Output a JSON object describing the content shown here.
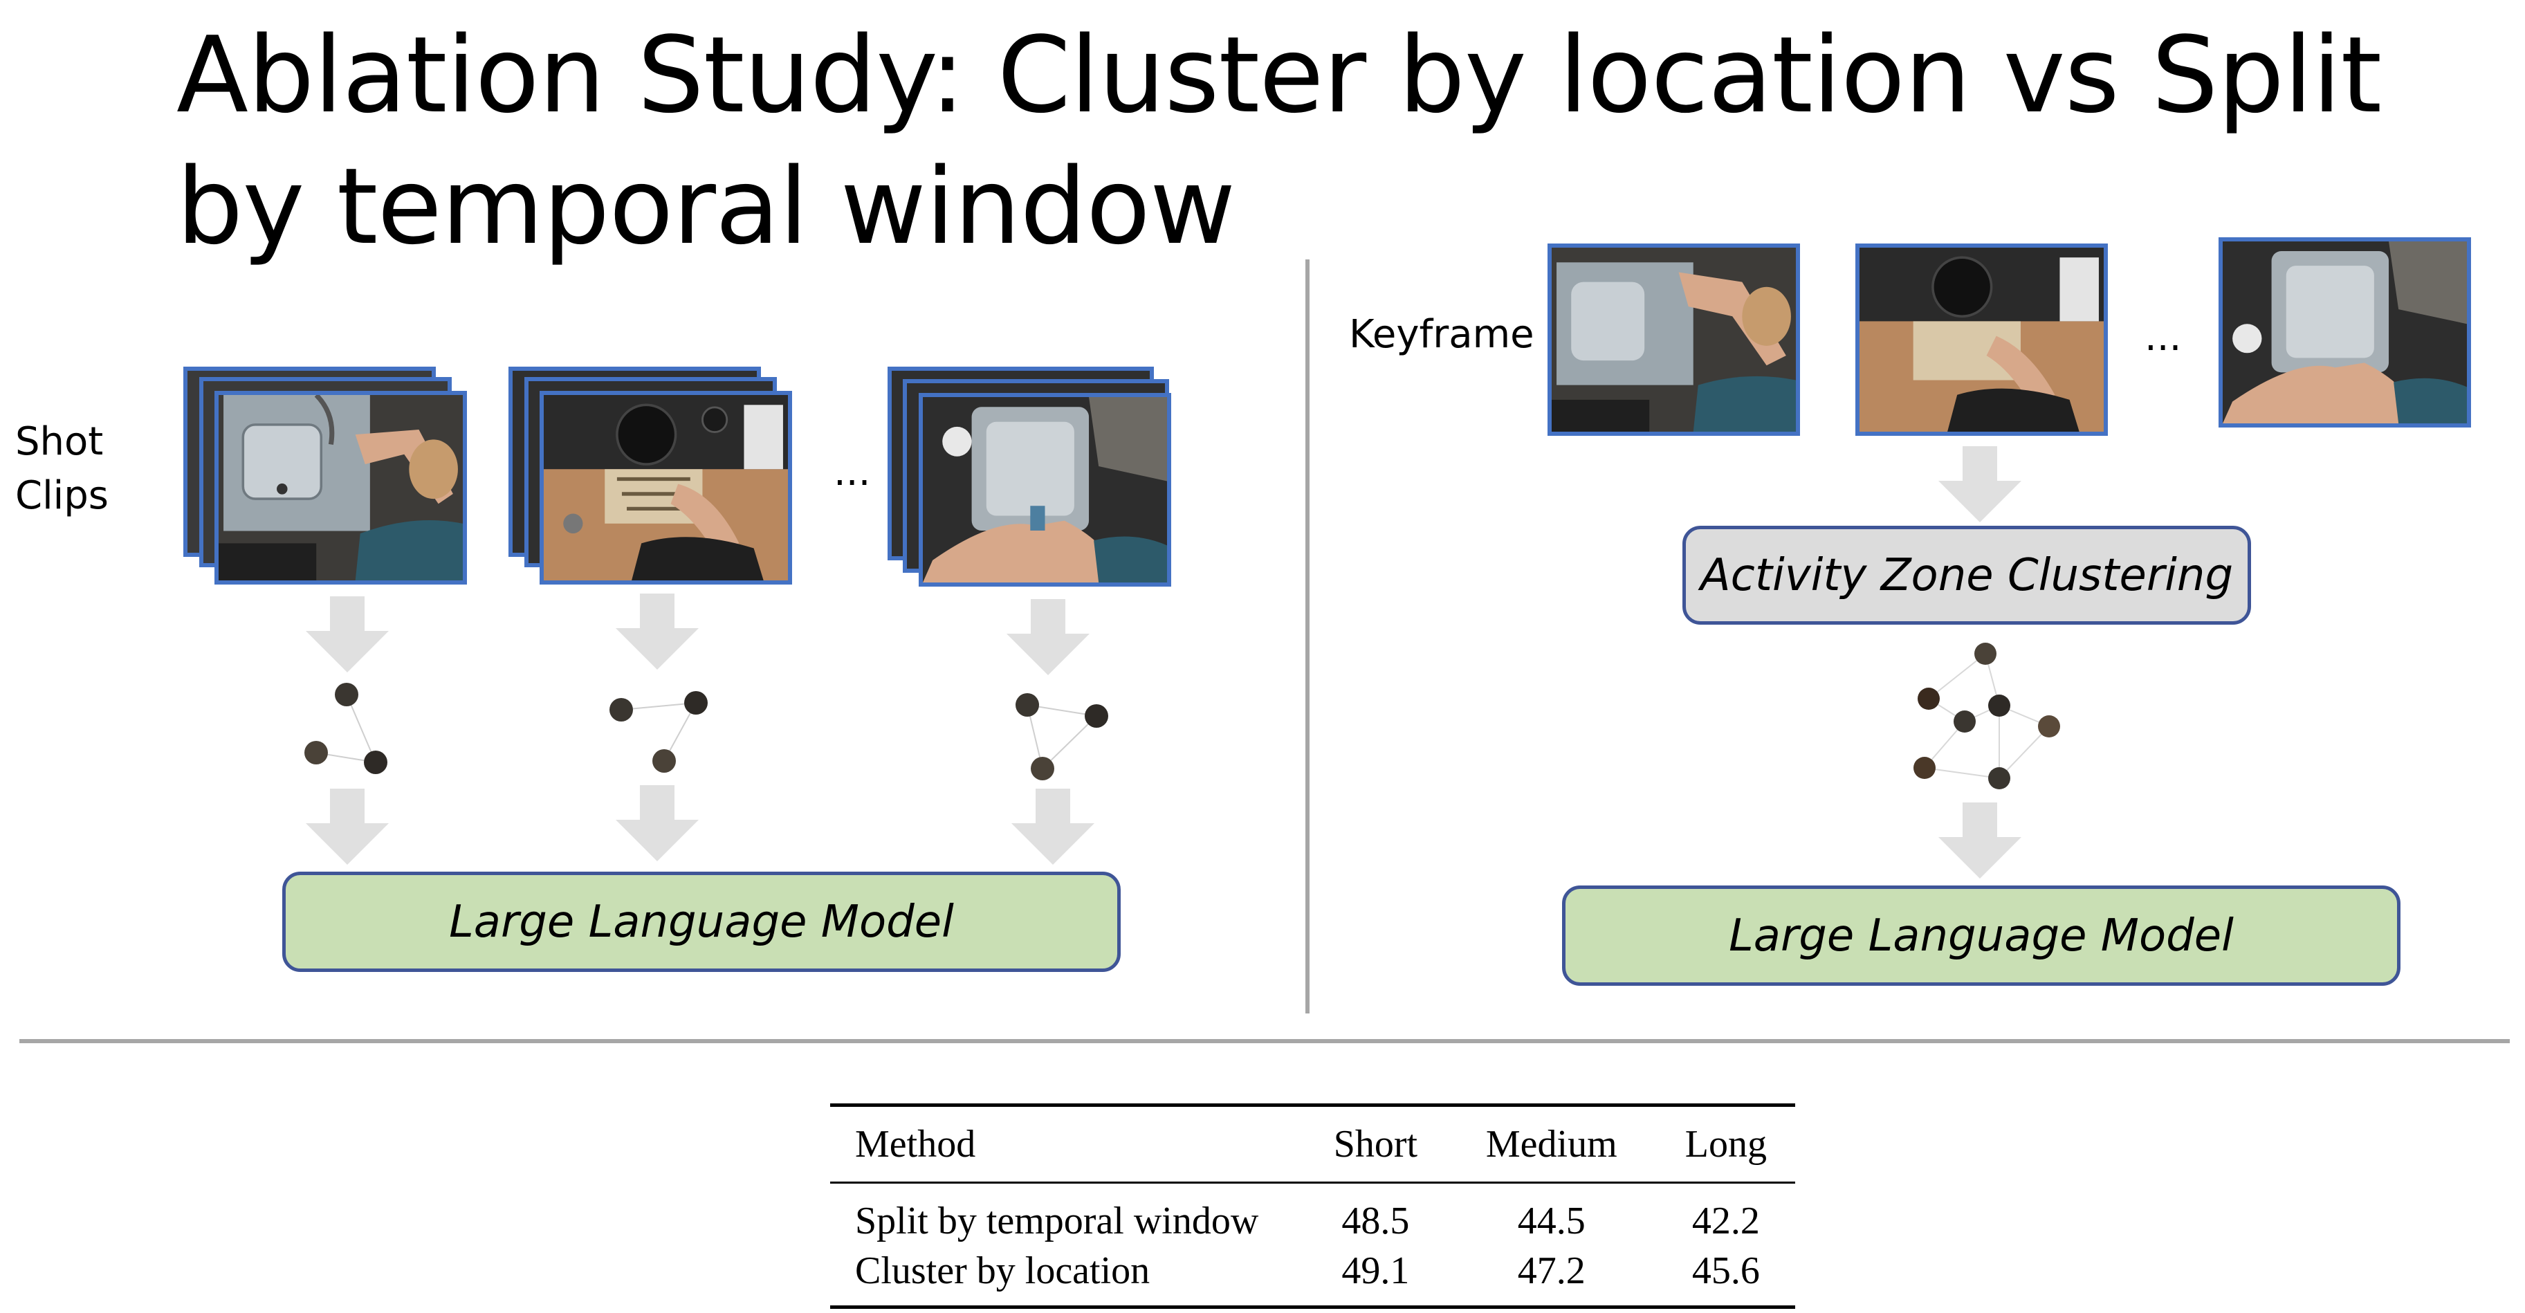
{
  "title": "Ablation Study: Cluster by location vs Split by temporal window",
  "left_panel": {
    "shot_clips_label_line1": "Shot",
    "shot_clips_label_line2": "Clips",
    "ellipsis": "...",
    "llm_label": "Large Language Model"
  },
  "right_panel": {
    "keyframe_label": "Keyframe",
    "ellipsis": "...",
    "clustering_label": "Activity Zone Clustering",
    "llm_label": "Large Language Model"
  },
  "table": {
    "headers": [
      "Method",
      "Short",
      "Medium",
      "Long"
    ],
    "rows": [
      [
        "Split by temporal window",
        "48.5",
        "44.5",
        "42.2"
      ],
      [
        "Cluster by location",
        "49.1",
        "47.2",
        "45.6"
      ]
    ]
  },
  "colors": {
    "frame_border": "#4472c4",
    "llm_box": "#c9dfb4",
    "clustering_box": "#dcdcdc",
    "box_border": "#3f5597",
    "arrow": "#e0e0e0",
    "divider": "#a6a6a6"
  }
}
